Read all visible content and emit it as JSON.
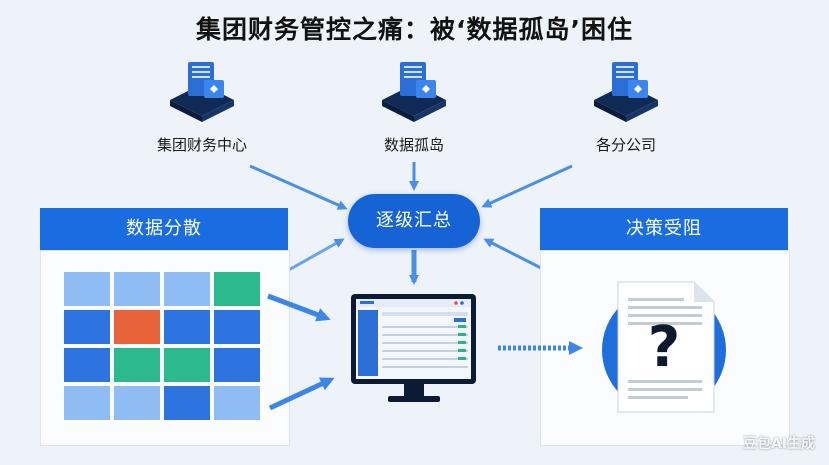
{
  "title": "集团财务管控之痛：被‘数据孤岛’困住",
  "nodes": [
    {
      "label": "集团财务中心"
    },
    {
      "label": "数据孤岛"
    },
    {
      "label": "各分公司"
    }
  ],
  "hub_label": "逐级汇总",
  "left_section": {
    "header": "数据分散"
  },
  "right_section": {
    "header": "决策受阻"
  },
  "doc_symbol": "?",
  "watermark": "豆包AI生成",
  "colors": {
    "primary_blue": "#1a6de0",
    "hub_blue": "#1663d6",
    "arrow_blue": "#4a8fe6",
    "grid_light": "#8fbcf2",
    "grid_dark": "#2d74e0",
    "grid_green": "#2cba8c",
    "grid_orange": "#e8623a"
  },
  "grid_cells": [
    [
      "light",
      "light",
      "light",
      "green"
    ],
    [
      "dark",
      "orange",
      "dark",
      "dark"
    ],
    [
      "dark",
      "green",
      "green",
      "dark"
    ],
    [
      "light",
      "light",
      "dark",
      "light"
    ]
  ],
  "icons": [
    "server-icon",
    "monitor-icon",
    "document-icon",
    "question-icon"
  ]
}
